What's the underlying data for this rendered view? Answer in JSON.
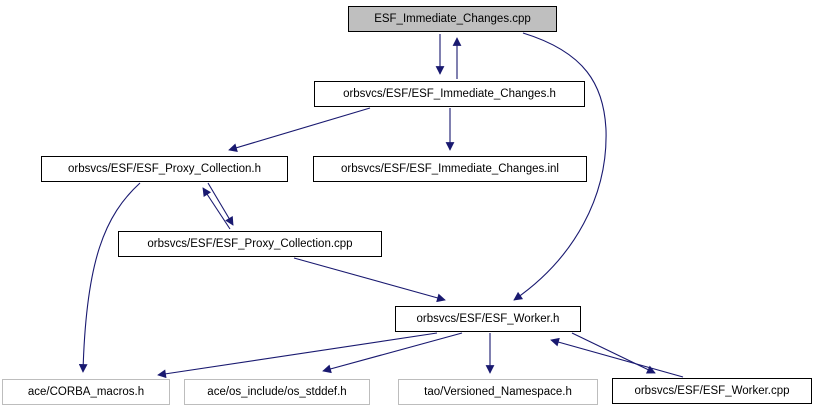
{
  "diagram": {
    "kind": "include-dependency-graph",
    "edge_color": "#191970",
    "highlight_fill": "#bfbfbf",
    "external_border_color": "#bdbdbd",
    "nodes": [
      {
        "id": "esf-immediate-changes-cpp",
        "label": "ESF_Immediate_Changes.cpp",
        "style": "highlighted"
      },
      {
        "id": "esf-immediate-changes-h",
        "label": "orbsvcs/ESF/ESF_Immediate_Changes.h",
        "style": "internal"
      },
      {
        "id": "esf-proxy-collection-h",
        "label": "orbsvcs/ESF/ESF_Proxy_Collection.h",
        "style": "internal"
      },
      {
        "id": "esf-immediate-changes-inl",
        "label": "orbsvcs/ESF/ESF_Immediate_Changes.inl",
        "style": "internal"
      },
      {
        "id": "esf-proxy-collection-cpp",
        "label": "orbsvcs/ESF/ESF_Proxy_Collection.cpp",
        "style": "internal"
      },
      {
        "id": "esf-worker-h",
        "label": "orbsvcs/ESF/ESF_Worker.h",
        "style": "internal"
      },
      {
        "id": "ace-corba-macros-h",
        "label": "ace/CORBA_macros.h",
        "style": "external"
      },
      {
        "id": "ace-os-include-os-stddef-h",
        "label": "ace/os_include/os_stddef.h",
        "style": "external"
      },
      {
        "id": "tao-versioned-namespace-h",
        "label": "tao/Versioned_Namespace.h",
        "style": "external"
      },
      {
        "id": "esf-worker-cpp",
        "label": "orbsvcs/ESF/ESF_Worker.cpp",
        "style": "internal"
      }
    ],
    "edges": [
      {
        "from": "ESF_Immediate_Changes.cpp",
        "to": "orbsvcs/ESF/ESF_Immediate_Changes.h"
      },
      {
        "from": "orbsvcs/ESF/ESF_Immediate_Changes.h",
        "to": "ESF_Immediate_Changes.cpp"
      },
      {
        "from": "ESF_Immediate_Changes.cpp",
        "to": "orbsvcs/ESF/ESF_Worker.h"
      },
      {
        "from": "orbsvcs/ESF/ESF_Immediate_Changes.h",
        "to": "orbsvcs/ESF/ESF_Proxy_Collection.h"
      },
      {
        "from": "orbsvcs/ESF/ESF_Immediate_Changes.h",
        "to": "orbsvcs/ESF/ESF_Immediate_Changes.inl"
      },
      {
        "from": "orbsvcs/ESF/ESF_Proxy_Collection.h",
        "to": "orbsvcs/ESF/ESF_Proxy_Collection.cpp"
      },
      {
        "from": "orbsvcs/ESF/ESF_Proxy_Collection.cpp",
        "to": "orbsvcs/ESF/ESF_Proxy_Collection.h"
      },
      {
        "from": "orbsvcs/ESF/ESF_Proxy_Collection.h",
        "to": "ace/CORBA_macros.h"
      },
      {
        "from": "orbsvcs/ESF/ESF_Proxy_Collection.cpp",
        "to": "orbsvcs/ESF/ESF_Worker.h"
      },
      {
        "from": "orbsvcs/ESF/ESF_Worker.h",
        "to": "ace/CORBA_macros.h"
      },
      {
        "from": "orbsvcs/ESF/ESF_Worker.h",
        "to": "ace/os_include/os_stddef.h"
      },
      {
        "from": "orbsvcs/ESF/ESF_Worker.h",
        "to": "tao/Versioned_Namespace.h"
      },
      {
        "from": "orbsvcs/ESF/ESF_Worker.h",
        "to": "orbsvcs/ESF/ESF_Worker.cpp"
      },
      {
        "from": "orbsvcs/ESF/ESF_Worker.cpp",
        "to": "orbsvcs/ESF/ESF_Worker.h"
      }
    ]
  }
}
